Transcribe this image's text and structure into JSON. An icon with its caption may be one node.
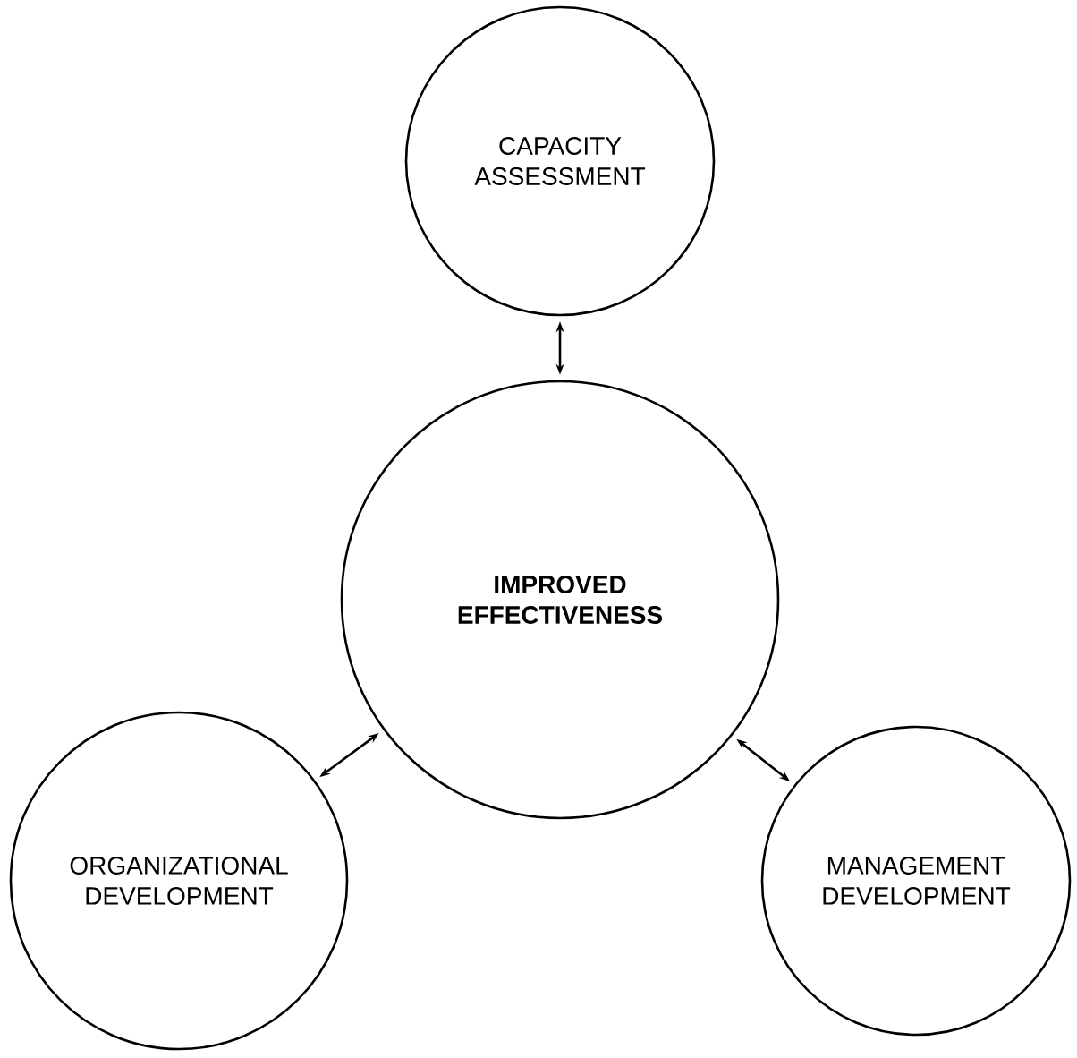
{
  "diagram": {
    "nodes": [
      {
        "text": [
          "CAPACITY ASSESSMENT"
        ]
      },
      {
        "text": [
          "**IMPROVED EFFECTIVENESS**"
        ]
      },
      {
        "text": [
          "ORGANIZATIONAL DEVELOPMENT"
        ]
      },
      {
        "text": [
          "MANAGEMENT DEVELOPMENT"
        ]
      }
    ],
    "edges": [
      {
        "from": 0,
        "to": 1,
        "arrow": "both"
      },
      {
        "from": 1,
        "to": 2,
        "arrow": "both"
      },
      {
        "from": 1,
        "to": 3,
        "arrow": "both"
      }
    ]
  }
}
